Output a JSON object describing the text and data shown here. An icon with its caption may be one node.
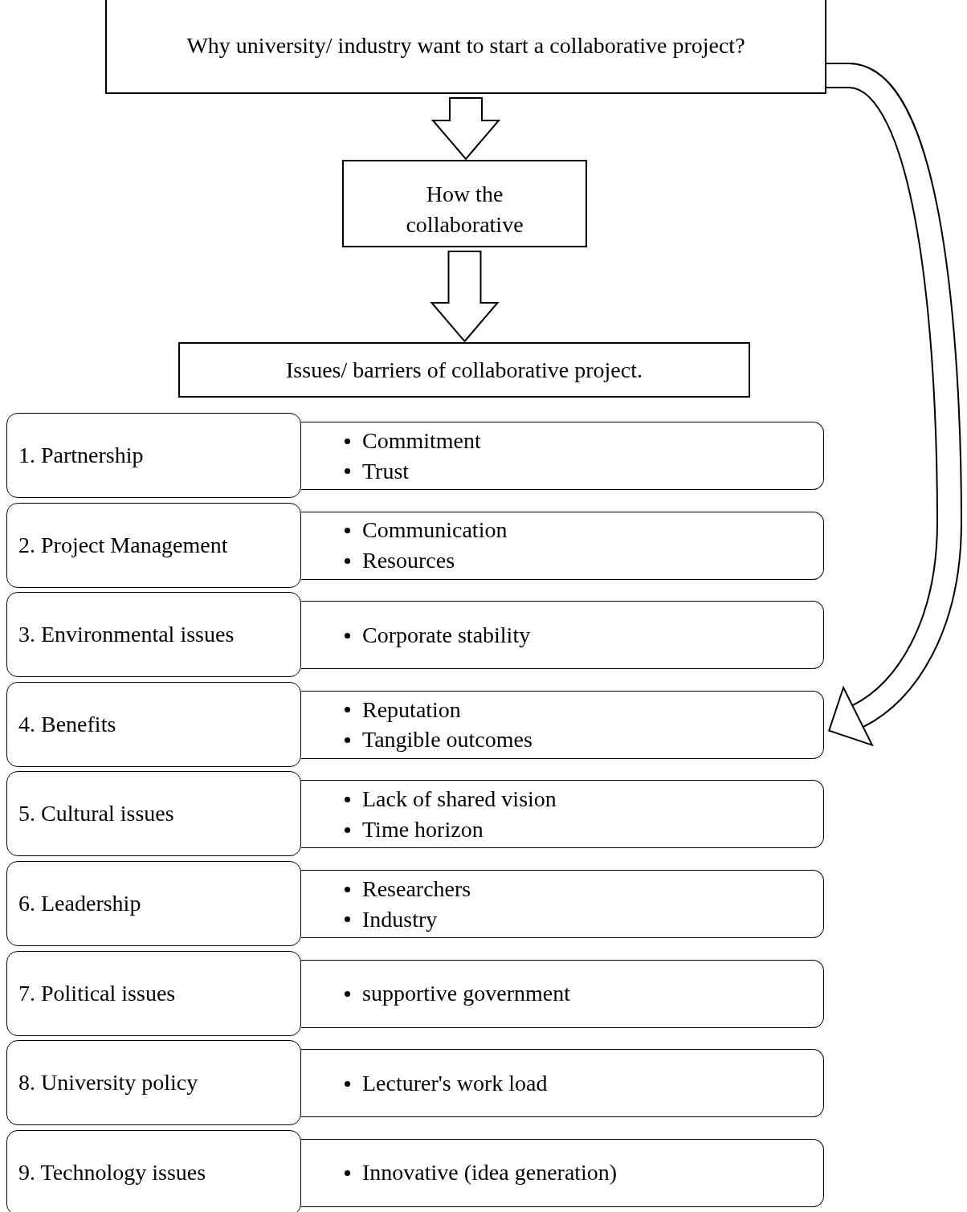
{
  "diagram": {
    "nodes": [
      {
        "text": [
          "Why university/ industry want to start a collaborative project?"
        ]
      },
      {
        "text": [
          "How the collaborative"
        ]
      },
      {
        "text": [
          "Issues/ barriers of collaborative project."
        ]
      },
      {
        "text": [
          "1. Partnership"
        ]
      },
      {
        "text": [
          "Commitment",
          "Trust"
        ]
      },
      {
        "text": [
          "2. Project Management"
        ]
      },
      {
        "text": [
          "Communication",
          "Resources"
        ]
      },
      {
        "text": [
          "3. Environmental issues"
        ]
      },
      {
        "text": [
          "Corporate stability"
        ]
      },
      {
        "text": [
          "4. Benefits"
        ]
      },
      {
        "text": [
          "Reputation",
          "Tangible outcomes"
        ]
      },
      {
        "text": [
          "5. Cultural issues"
        ]
      },
      {
        "text": [
          "Lack of shared vision",
          "Time horizon"
        ]
      },
      {
        "text": [
          "6. Leadership"
        ]
      },
      {
        "text": [
          "Researchers",
          "Industry"
        ]
      },
      {
        "text": [
          "7. Political issues"
        ]
      },
      {
        "text": [
          "supportive government"
        ]
      },
      {
        "text": [
          "8. University policy"
        ]
      },
      {
        "text": [
          "Lecturer's work load"
        ]
      },
      {
        "text": [
          "9. Technology issues"
        ]
      },
      {
        "text": [
          "Innovative (idea generation)"
        ]
      }
    ],
    "edges": [
      {
        "from": 0,
        "to": 1,
        "arrow": "to"
      },
      {
        "from": 1,
        "to": 2,
        "arrow": "to"
      },
      {
        "from": 0,
        "to": 10,
        "arrow": "to"
      }
    ]
  }
}
